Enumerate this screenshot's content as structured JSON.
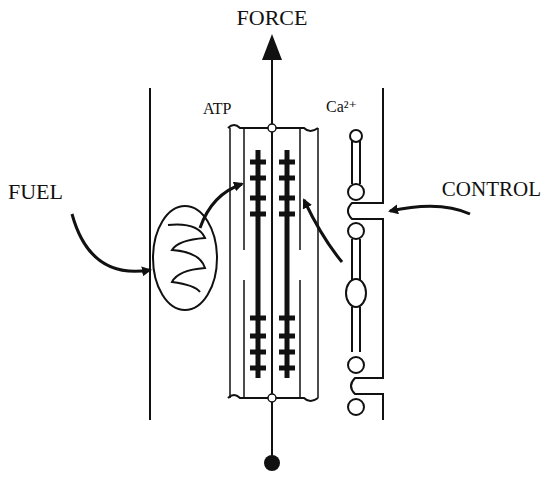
{
  "diagram": {
    "labels": [
      "FORCE",
      "FUEL",
      "CONTROL",
      "ATP",
      "Ca²⁺"
    ]
  }
}
